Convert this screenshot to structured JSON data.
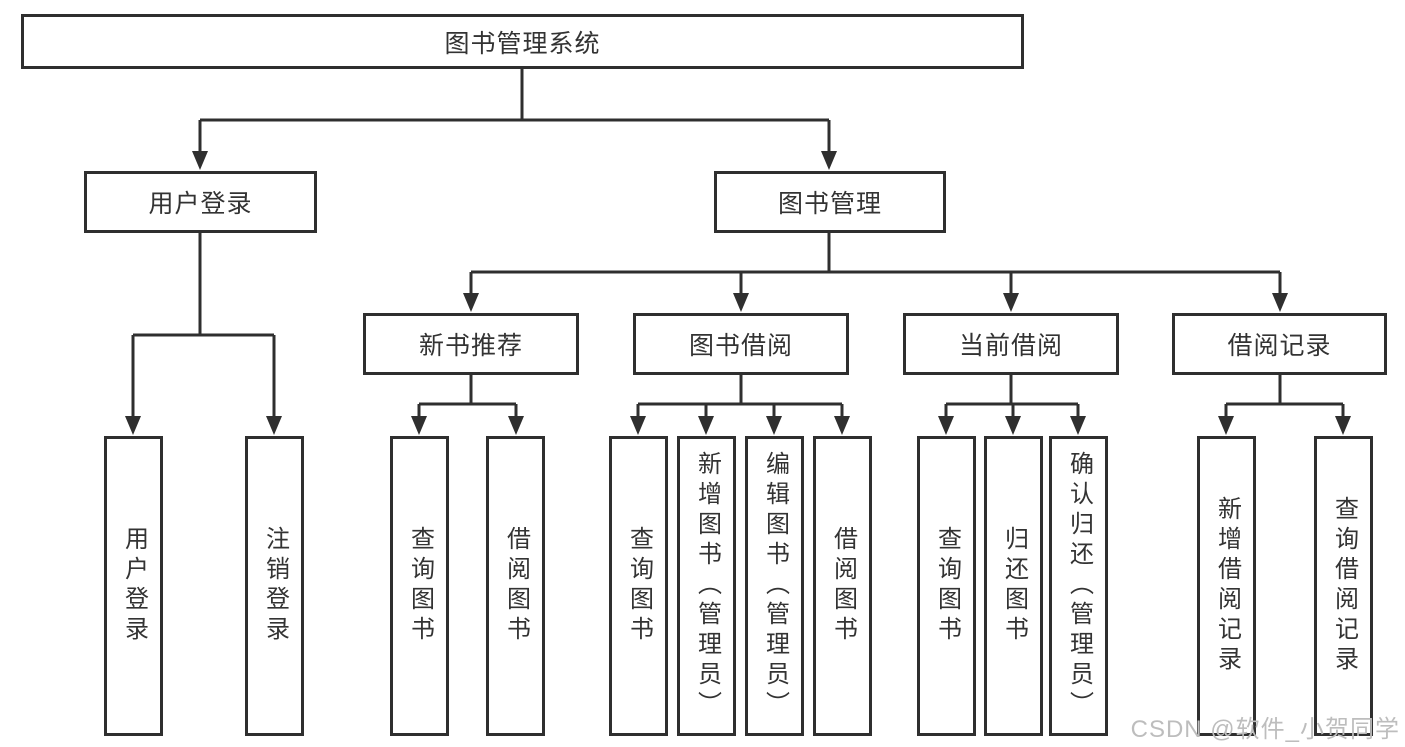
{
  "tree": {
    "label": "图书管理系统",
    "children": [
      {
        "label": "用户登录",
        "children": [
          {
            "label": "用户登录"
          },
          {
            "label": "注销登录"
          }
        ]
      },
      {
        "label": "图书管理",
        "children": [
          {
            "label": "新书推荐",
            "children": [
              {
                "label": "查询图书"
              },
              {
                "label": "借阅图书"
              }
            ]
          },
          {
            "label": "图书借阅",
            "children": [
              {
                "label": "查询图书"
              },
              {
                "label": "新增图书（管理员）"
              },
              {
                "label": "编辑图书（管理员）"
              },
              {
                "label": "借阅图书"
              }
            ]
          },
          {
            "label": "当前借阅",
            "children": [
              {
                "label": "查询图书"
              },
              {
                "label": "归还图书"
              },
              {
                "label": "确认归还（管理员）"
              }
            ]
          },
          {
            "label": "借阅记录",
            "children": [
              {
                "label": "新增借阅记录"
              },
              {
                "label": "查询借阅记录"
              }
            ]
          }
        ]
      }
    ]
  },
  "watermark": {
    "text": "CSDN @软件_小贺同学",
    "color": "#bdbdbd"
  },
  "colors": {
    "line": "#2f2f2f",
    "text": "#333333",
    "background": "#ffffff"
  }
}
